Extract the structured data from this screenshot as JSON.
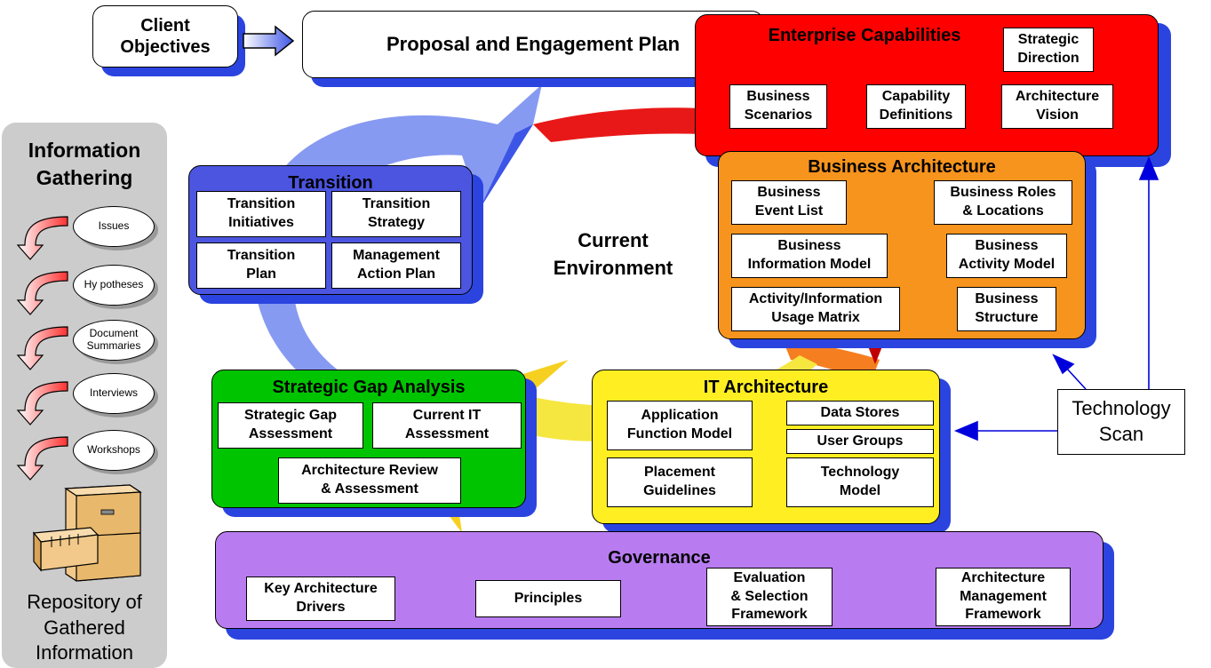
{
  "client_objectives": "Client\nObjectives",
  "proposal": "Proposal and Engagement Plan",
  "current_environment": "Current\nEnvironment",
  "info_gathering": {
    "title": "Information\nGathering",
    "items": [
      "Issues",
      "Hy potheses",
      "Document\nSummaries",
      "Interviews",
      "Workshops"
    ],
    "repository": "Repository of\nGathered\nInformation"
  },
  "enterprise": {
    "title": "Enterprise Capabilities",
    "boxes": [
      "Strategic\nDirection",
      "Business\nScenarios",
      "Capability\nDefinitions",
      "Architecture\nVision"
    ],
    "color": "#ff0000"
  },
  "business_arch": {
    "title": "Business Architecture",
    "boxes": [
      "Business\nEvent List",
      "Business Roles\n& Locations",
      "Business\nInformation Model",
      "Business\nActivity Model",
      "Activity/Information\nUsage Matrix",
      "Business\nStructure"
    ],
    "color": "#f7941d"
  },
  "transition": {
    "title": "Transition",
    "boxes": [
      "Transition\nInitiatives",
      "Transition\nStrategy",
      "Transition\nPlan",
      "Management\nAction Plan"
    ],
    "color": "#4b55e0"
  },
  "gap_analysis": {
    "title": "Strategic Gap Analysis",
    "boxes": [
      "Strategic Gap\nAssessment",
      "Current IT\nAssessment",
      "Architecture Review\n& Assessment"
    ],
    "color": "#00c400"
  },
  "it_arch": {
    "title": "IT Architecture",
    "boxes": [
      "Application\nFunction Model",
      "Data Stores",
      "User Groups",
      "Placement\nGuidelines",
      "Technology\nModel"
    ],
    "color": "#ffee22"
  },
  "governance": {
    "title": "Governance",
    "boxes": [
      "Key Architecture\nDrivers",
      "Principles",
      "Evaluation\n& Selection\nFramework",
      "Architecture\nManagement\nFramework"
    ],
    "color": "#b87cf0"
  },
  "technology_scan": "Technology\nScan"
}
